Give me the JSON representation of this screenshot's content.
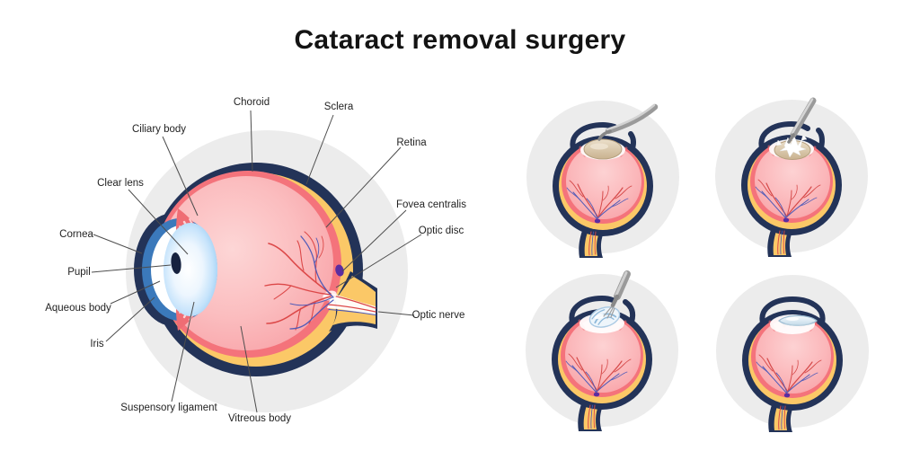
{
  "title": "Cataract removal surgery",
  "anatomy": {
    "labels": [
      {
        "id": "choroid",
        "text": "Choroid"
      },
      {
        "id": "sclera",
        "text": "Sclera"
      },
      {
        "id": "retina",
        "text": "Retina"
      },
      {
        "id": "fovea-centralis",
        "text": "Fovea centralis"
      },
      {
        "id": "optic-disc",
        "text": "Optic disc"
      },
      {
        "id": "optic-nerve",
        "text": "Optic nerve"
      },
      {
        "id": "ciliary-body",
        "text": "Ciliary body"
      },
      {
        "id": "clear-lens",
        "text": "Clear lens"
      },
      {
        "id": "cornea",
        "text": "Cornea"
      },
      {
        "id": "pupil",
        "text": "Pupil"
      },
      {
        "id": "aqueous-body",
        "text": "Aqueous body"
      },
      {
        "id": "iris",
        "text": "Iris"
      },
      {
        "id": "suspensory-ligament",
        "text": "Suspensory ligament"
      },
      {
        "id": "vitreous-body",
        "text": "Vitreous body"
      }
    ]
  },
  "colors": {
    "outline_navy": "#233358",
    "sclera_yellow": "#fbc867",
    "choroid_red": "#f4737b",
    "retina_pink": "#f8a1a6",
    "background_circle_grey": "#ececec",
    "iris_blue": "#3b79bb",
    "lens_blue": "#96cbf4",
    "fovea_purple": "#5b2da0",
    "vessel_red": "#dc4848",
    "vessel_blue": "#4a58b8",
    "cataract_tan": "#d9c6aa",
    "instrument_grey": "#9a9a9a",
    "title_black": "#131313"
  }
}
